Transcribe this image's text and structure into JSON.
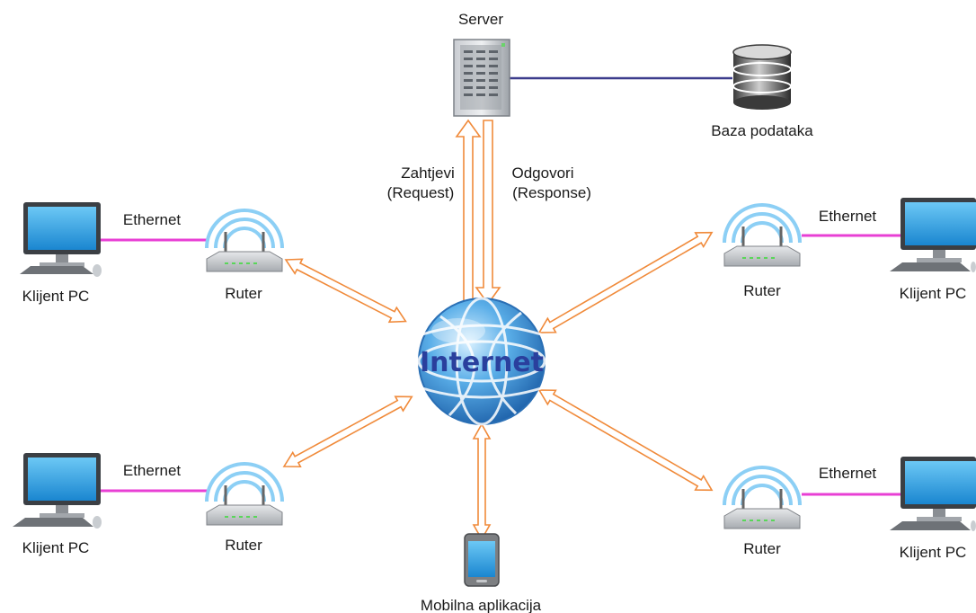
{
  "server": {
    "label": "Server"
  },
  "database": {
    "label": "Baza podataka"
  },
  "requests": {
    "line1": "Zahtjevi",
    "line2": "(Request)"
  },
  "responses": {
    "line1": "Odgovori",
    "line2": "(Response)"
  },
  "internet": {
    "label": "Internet"
  },
  "mobile": {
    "label": "Mobilna aplikacija"
  },
  "clients": {
    "top_left": {
      "pc_label": "Klijent PC",
      "link_label": "Ethernet",
      "router_label": "Ruter"
    },
    "bottom_left": {
      "pc_label": "Klijent PC",
      "link_label": "Ethernet",
      "router_label": "Ruter"
    },
    "top_right": {
      "pc_label": "Klijent PC",
      "link_label": "Ethernet",
      "router_label": "Ruter"
    },
    "bottom_right": {
      "pc_label": "Klijent PC",
      "link_label": "Ethernet",
      "router_label": "Ruter"
    }
  },
  "colors": {
    "ethernet_link": "#e83fd4",
    "server_db_link": "#3c3c8c",
    "arrow_outline": "#f08a3a",
    "globe": "#3d8fd6",
    "internet_text": "#2a3f9d"
  }
}
